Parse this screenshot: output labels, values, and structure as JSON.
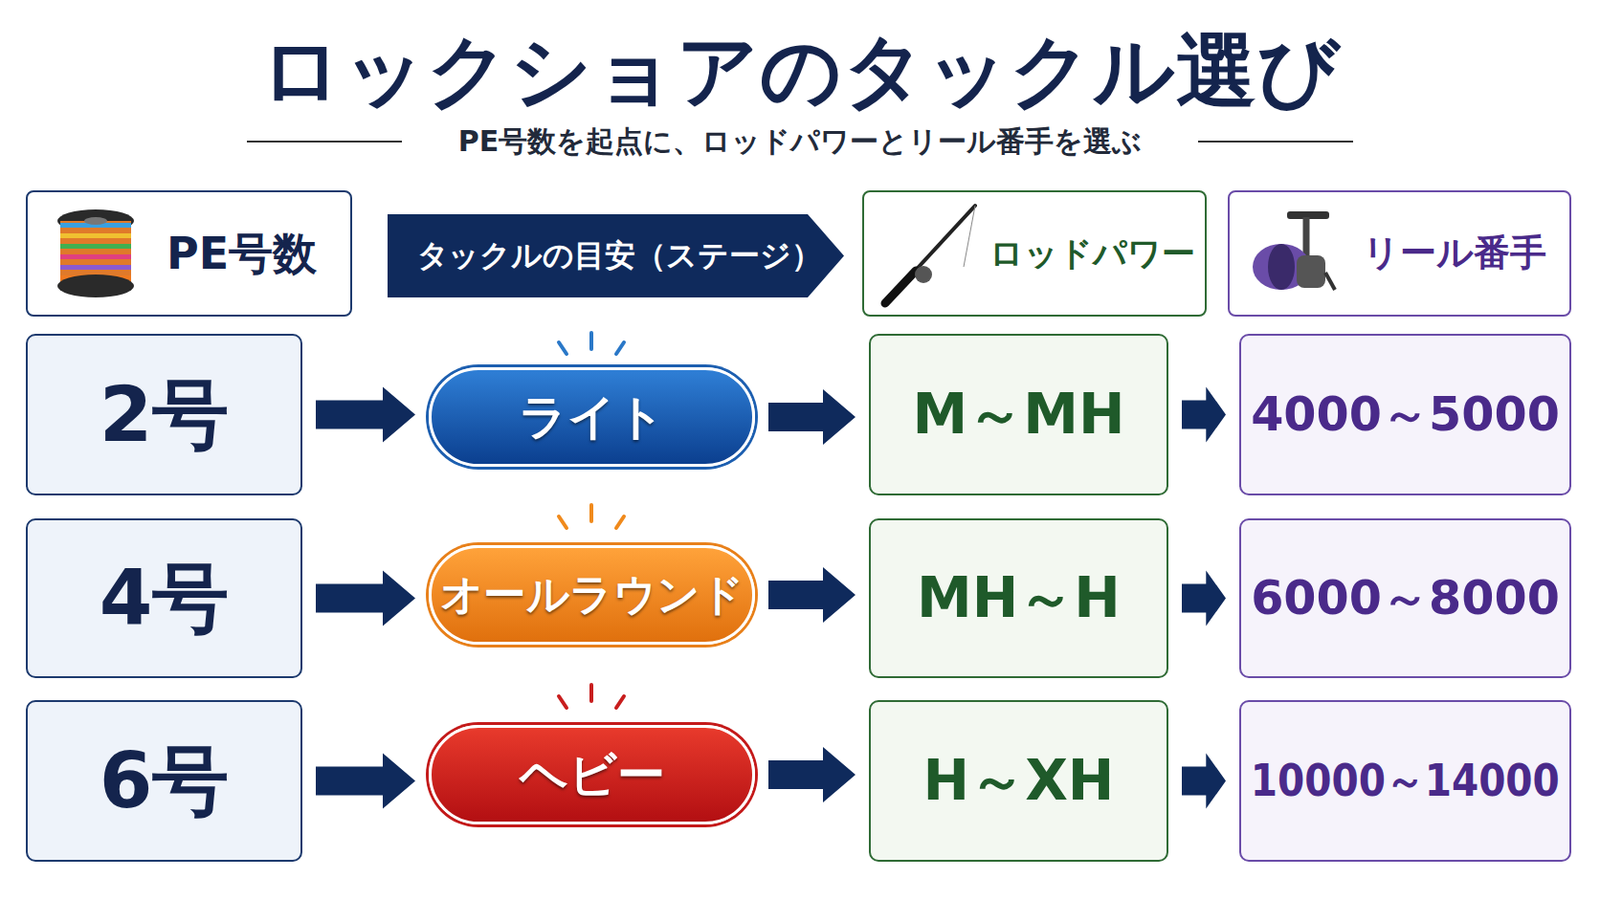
{
  "diagram": {
    "title": "ロックショアのタックル選び",
    "nodes": [
      {
        "text": [
          "PE号数"
        ]
      },
      {
        "text": [
          "タックルの目安（ステージ）"
        ]
      },
      {
        "text": [
          "ロッドパワー"
        ]
      },
      {
        "text": [
          "リール番手"
        ]
      },
      {
        "text": [
          "2号"
        ]
      },
      {
        "text": [
          "ライト"
        ]
      },
      {
        "text": [
          "M～MH"
        ]
      },
      {
        "text": [
          "4000～5000"
        ]
      },
      {
        "text": [
          "4号"
        ]
      },
      {
        "text": [
          "オールラウンド"
        ]
      },
      {
        "text": [
          "MH～H"
        ]
      },
      {
        "text": [
          "6000～8000"
        ]
      },
      {
        "text": [
          "6号"
        ]
      },
      {
        "text": [
          "ヘビー"
        ]
      },
      {
        "text": [
          "H～XH"
        ]
      },
      {
        "text": [
          "10000～14000"
        ]
      }
    ],
    "edges": [
      {
        "from": 4,
        "to": 5,
        "arrow": "to"
      },
      {
        "from": 5,
        "to": 6,
        "arrow": "to"
      },
      {
        "from": 6,
        "to": 7,
        "arrow": "to"
      },
      {
        "from": 8,
        "to": 9,
        "arrow": "to"
      },
      {
        "from": 9,
        "to": 10,
        "arrow": "to"
      },
      {
        "from": 10,
        "to": 11,
        "arrow": "to"
      },
      {
        "from": 12,
        "to": 13,
        "arrow": "to"
      },
      {
        "from": 13,
        "to": 14,
        "arrow": "to"
      },
      {
        "from": 14,
        "to": 15,
        "arrow": "to"
      }
    ],
    "labels": [
      "PE号数を起点に、ロッドパワーとリール番手を選ぶ"
    ]
  }
}
